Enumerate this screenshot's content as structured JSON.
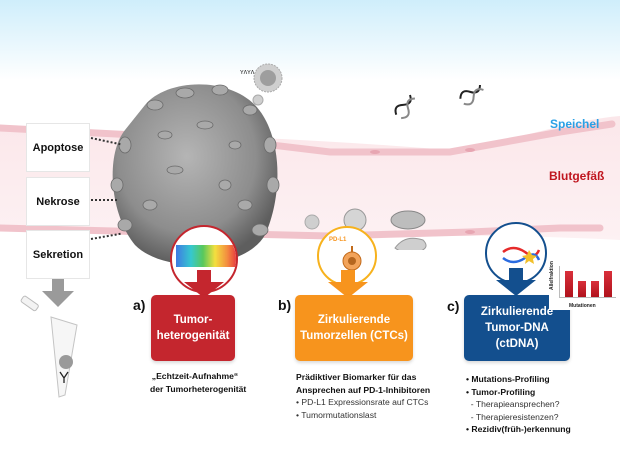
{
  "regions": {
    "saliva_label": "Speichel",
    "blood_vessel_label": "Blutgefäß"
  },
  "release_mechanisms": [
    {
      "label": "Apoptose"
    },
    {
      "label": "Nekrose"
    },
    {
      "label": "Sekretion"
    }
  ],
  "panels": [
    {
      "letter": "a)",
      "title": "Tumor-\nheterogenität",
      "color": "#c4262e",
      "description": [
        {
          "text": "„Echtzeit-Aufnahme“",
          "style": "bold"
        },
        {
          "text": "der Tumorheterogenität",
          "style": "bold"
        }
      ]
    },
    {
      "letter": "b)",
      "title": "Zirkulierende\nTumorzellen (CTCs)",
      "color": "#f7941d",
      "circle_label": "PD-L1",
      "description": [
        {
          "text": "Prädiktiver Biomarker für das",
          "style": "bold"
        },
        {
          "text": "Ansprechen auf PD-1-Inhibitoren",
          "style": "bold"
        },
        {
          "text": "• PD-L1 Expressionsrate auf CTCs",
          "style": "normal"
        },
        {
          "text": "• Tumormutationslast",
          "style": "normal"
        }
      ]
    },
    {
      "letter": "c)",
      "title": "Zirkulierende\nTumor-DNA (ctDNA)",
      "color": "#134f8e",
      "description": [
        {
          "text": "• Mutations-Profiling",
          "style": "bold"
        },
        {
          "text": "• Tumor-Profiling",
          "style": "bold"
        },
        {
          "text": "  - Therapieansprechen?",
          "style": "normal"
        },
        {
          "text": "  - Therapieresistenzen?",
          "style": "normal"
        },
        {
          "text": "• Rezidiv(früh-)erkennung",
          "style": "bold"
        }
      ]
    }
  ],
  "mini_chart": {
    "ylabel": "Allelfraktion",
    "xlabel": "Mutationen",
    "values": [
      1.0,
      0.62,
      0.6,
      1.0
    ],
    "color": "#c4262e"
  }
}
